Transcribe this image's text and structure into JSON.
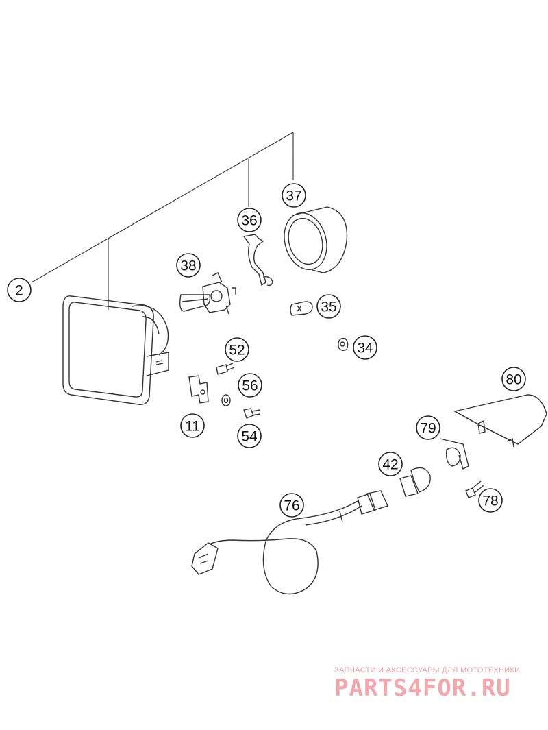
{
  "callouts": {
    "c2": "2",
    "c11": "11",
    "c34": "34",
    "c35": "35",
    "c36": "36",
    "c37": "37",
    "c38": "38",
    "c42": "42",
    "c52": "52",
    "c54": "54",
    "c56": "56",
    "c76": "76",
    "c78": "78",
    "c79": "79",
    "c80": "80"
  },
  "watermark": {
    "tagline": "ЗАПЧАСТИ И АКСЕССУАРЫ ДЛЯ МОТОТЕХНИКИ",
    "logo": "PARTS4FOR.RU"
  },
  "colors": {
    "line": "#333333",
    "watermark": "#f1a7ab"
  }
}
